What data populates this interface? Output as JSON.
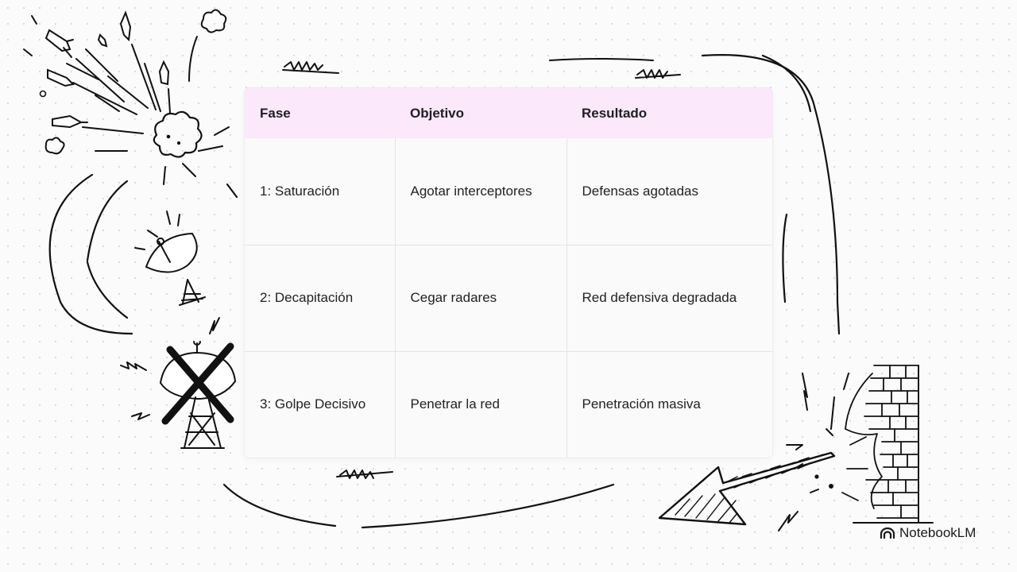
{
  "table": {
    "headers": [
      "Fase",
      "Objetivo",
      "Resultado"
    ],
    "rows": [
      [
        "1: Saturación",
        "Agotar interceptores",
        "Defensas agotadas"
      ],
      [
        "2: Decapitación",
        "Cegar radares",
        "Red defensiva degradada"
      ],
      [
        "3: Golpe Decisivo",
        "Penetrar la red",
        "Penetración masiva"
      ]
    ]
  },
  "brand": {
    "name": "NotebookLM",
    "icon": "notebooklm-logo-icon"
  },
  "colors": {
    "header_background": "#fbe8fb",
    "ink": "#111111",
    "page_background": "#fbfbfb"
  }
}
